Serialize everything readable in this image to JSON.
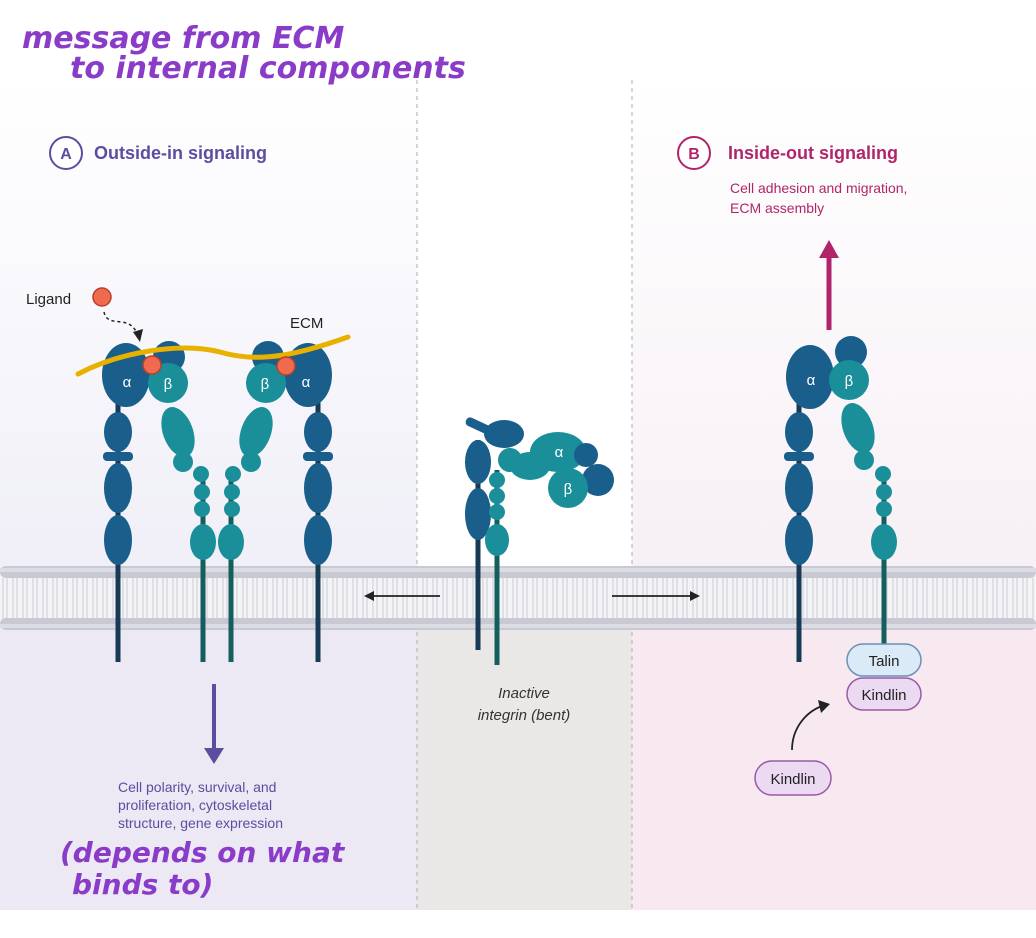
{
  "annotations": {
    "top_line1": "message from ECM",
    "top_line2": "to internal components",
    "bottom_line1": "(depends on what",
    "bottom_line2": "binds to)"
  },
  "panel_a": {
    "letter": "A",
    "title": "Outside-in signaling",
    "ligand_label": "Ligand",
    "ecm_label": "ECM",
    "alpha": "α",
    "beta": "β",
    "outcome_line1": "Cell polarity, survival, and",
    "outcome_line2": "proliferation, cytoskeletal",
    "outcome_line3": "structure, gene expression"
  },
  "center": {
    "alpha": "α",
    "beta": "β",
    "caption_line1": "Inactive",
    "caption_line2": "integrin (bent)"
  },
  "panel_b": {
    "letter": "B",
    "title": "Inside-out signaling",
    "outcome_line1": "Cell adhesion and migration,",
    "outcome_line2": "ECM assembly",
    "alpha": "α",
    "beta": "β",
    "talin": "Talin",
    "kindlin_bound": "Kindlin",
    "kindlin_free": "Kindlin"
  },
  "colors": {
    "alpha_subunit": "#1a5e8c",
    "beta_subunit": "#1a8f9a",
    "stalk_dark": "#173a55",
    "ecm_fiber": "#e8b100",
    "ligand": "#f06a4e",
    "panel_a_accent": "#5b4ea0",
    "panel_b_accent": "#b0256a",
    "annotation_ink": "#8a3cc8"
  }
}
